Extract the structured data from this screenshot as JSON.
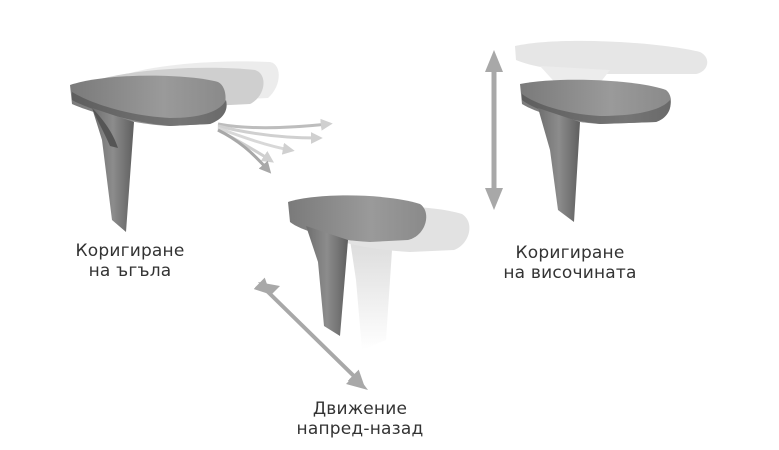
{
  "diagram": {
    "subject": "armrest adjustments",
    "background": "#ffffff",
    "colors": {
      "armrest_dark": "#6b6b6b",
      "armrest_mid": "#8a8a8a",
      "armrest_light": "#bdbdbd",
      "ghost": "#e4e4e4",
      "arrow": "#a8a8a8",
      "text": "#333333"
    },
    "panels": [
      {
        "id": "angle",
        "caption_line1": "Коригиране",
        "caption_line2": "на ъгъла",
        "icon": "fan-curved-arrows-icon"
      },
      {
        "id": "forward-back",
        "caption_line1": "Движение",
        "caption_line2": "напред-назад",
        "icon": "diagonal-double-arrow-icon"
      },
      {
        "id": "height",
        "caption_line1": "Коригиране",
        "caption_line2": "на височината",
        "icon": "vertical-double-arrow-icon"
      }
    ]
  }
}
